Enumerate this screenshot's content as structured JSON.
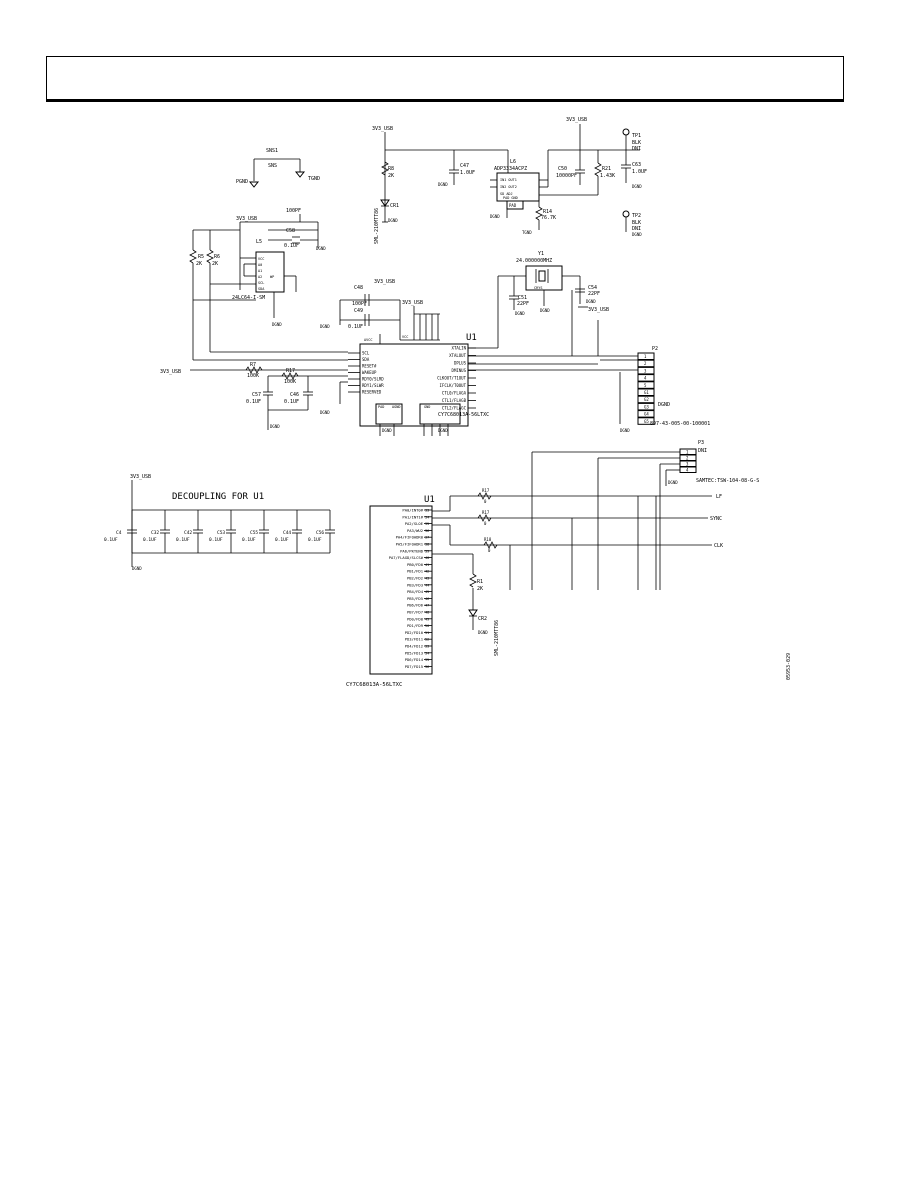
{
  "labels": {
    "net_3v3_a": "3V3_USB",
    "net_3v3_b": "3V3_USB",
    "net_3v3_c": "3V3_USB",
    "net_3v3_d": "3V3_USB",
    "net_3v3_e": "3V3_USB",
    "net_3v3_f": "3V3_USB",
    "net_3v3_g": "3V3_USB",
    "net_3v3_h": "3V3_USB",
    "sns1": "SNS1",
    "sns": "SNS",
    "pgnd": "PGND",
    "tgnd": "TGND",
    "r8": "R8",
    "r8v": "2K",
    "cr1": "CR1",
    "cr1_part": "SML-210MTT86",
    "c47": "C47",
    "c47v": "1.0UF",
    "l6": "L6",
    "l6_part": "ADP3334ACPZ",
    "pad": "PAD",
    "c50": "C50",
    "c50v": "10000PF",
    "r21": "R21",
    "r21v": "1.43K",
    "r14": "R14",
    "r14v": "76.7K",
    "tp1": "TP1",
    "tp2": "TP2",
    "blk": "BLK",
    "blk2": "BLK",
    "dni_a": "DNI",
    "dni_b": "DNI",
    "c63": "C63",
    "c63v": "1.0UF",
    "dgnd_a": "DGND",
    "dgnd_b": "DGND",
    "dgnd_c": "DGND",
    "l5": "L5",
    "l5_part": "24LC64-I-SM",
    "c58": "C58",
    "c58v": "0.1UF",
    "c59v": "100PF",
    "r5": "R5",
    "r5v": "2K",
    "r6": "R6",
    "r6v": "2K",
    "c48": "C48",
    "c48v": "100PF",
    "c49": "C49",
    "c49v": "0.1UF",
    "y1": "Y1",
    "y1_freq": "24.000000MHZ",
    "c51": "C51",
    "c51v": "22PF",
    "c54": "C54",
    "c54v": "22PF",
    "u1a": "U1",
    "u1a_part": "CY7C68013A-56LTXC",
    "r7": "R7",
    "r7v": "100K",
    "c57": "C57",
    "c57v": "0.1UF",
    "c46": "C46",
    "c46v": "0.1UF",
    "r17": "R17",
    "r17v": "100K",
    "p2": "P2",
    "p2_part": "897-43-005-00-100001",
    "p3": "P3",
    "p3_part": "SAMTEC:TSW-104-08-G-S",
    "decoupling": "DECOUPLING FOR U1",
    "u1b": "U1",
    "u1b_part": "CY7C68013A-56LTXC",
    "r1": "R1",
    "r1v": "2K",
    "cr2": "CR2",
    "cr2_part": "SML-210MTT86",
    "net_lf": "LF",
    "net_sync": "SYNC",
    "net_clk": "CLK",
    "doc_id": "05953-029"
  },
  "u1a_pins_left": [
    "SCL",
    "SDA",
    "RESET#",
    "WAKEUP",
    "RDY0/SLRD",
    "RDY1/SLWR",
    "RESERVED"
  ],
  "u1a_pins_right": [
    "XTALIN",
    "XTALOUT",
    "DPLUS",
    "DMINUS",
    "CLKOUT/T1OUT",
    "IFCLK/T0OUT",
    "CTL0/FLAGA",
    "CTL1/FLAGB",
    "CTL2/FLAGC"
  ],
  "u1b_pins": [
    "PA0/INT0#",
    "PA1/INT1#",
    "PA2/SLOE",
    "PA3/WU2",
    "PA4/FIFOADR0",
    "PA5/FIFOADR1",
    "PA6/PKTEND",
    "PA7/FLAGD/SLCS#",
    "PB0/FD0",
    "PB1/FD1",
    "PB2/FD2",
    "PB3/FD3",
    "PB4/FD4",
    "PB5/FD5",
    "PB6/FD6",
    "PB7/FD7",
    "PD0/FD8",
    "PD1/FD9",
    "PD2/FD10",
    "PD3/FD11",
    "PD4/FD12",
    "PD5/FD13",
    "PD6/FD14",
    "PD7/FD15"
  ],
  "decoupling_caps": [
    {
      "ref": "C4",
      "value": "0.1UF"
    },
    {
      "ref": "C32",
      "value": "0.1UF"
    },
    {
      "ref": "C42",
      "value": "0.1UF"
    },
    {
      "ref": "C53",
      "value": "0.1UF"
    },
    {
      "ref": "C55",
      "value": "0.1UF"
    },
    {
      "ref": "C44",
      "value": "0.1UF"
    },
    {
      "ref": "C56",
      "value": "0.1UF"
    }
  ]
}
